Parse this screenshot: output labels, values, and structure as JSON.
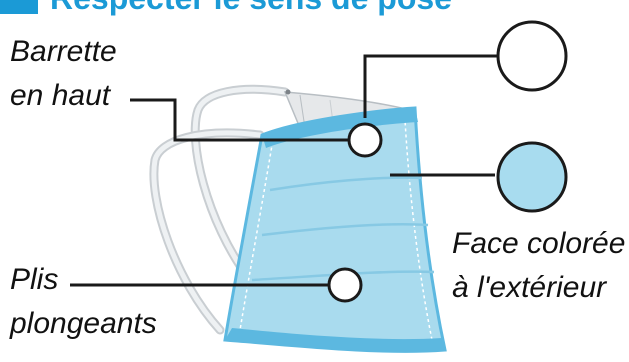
{
  "header": {
    "title": "Respecter le sens de pose",
    "badge_color": "#1b9ad6"
  },
  "labels": {
    "barrette_line1": "Barrette",
    "barrette_line2": "en haut",
    "plis_line1": "Plis",
    "plis_line2": "plongeants",
    "face_line1": "Face colorée",
    "face_line2": "à l'extérieur"
  },
  "colors": {
    "mask_blue": "#a9dbee",
    "mask_edge": "#5cb8e0",
    "mask_inner": "#e6e8ea",
    "strap": "#e2e6e9",
    "indicator_fill": "#a8dcef"
  }
}
